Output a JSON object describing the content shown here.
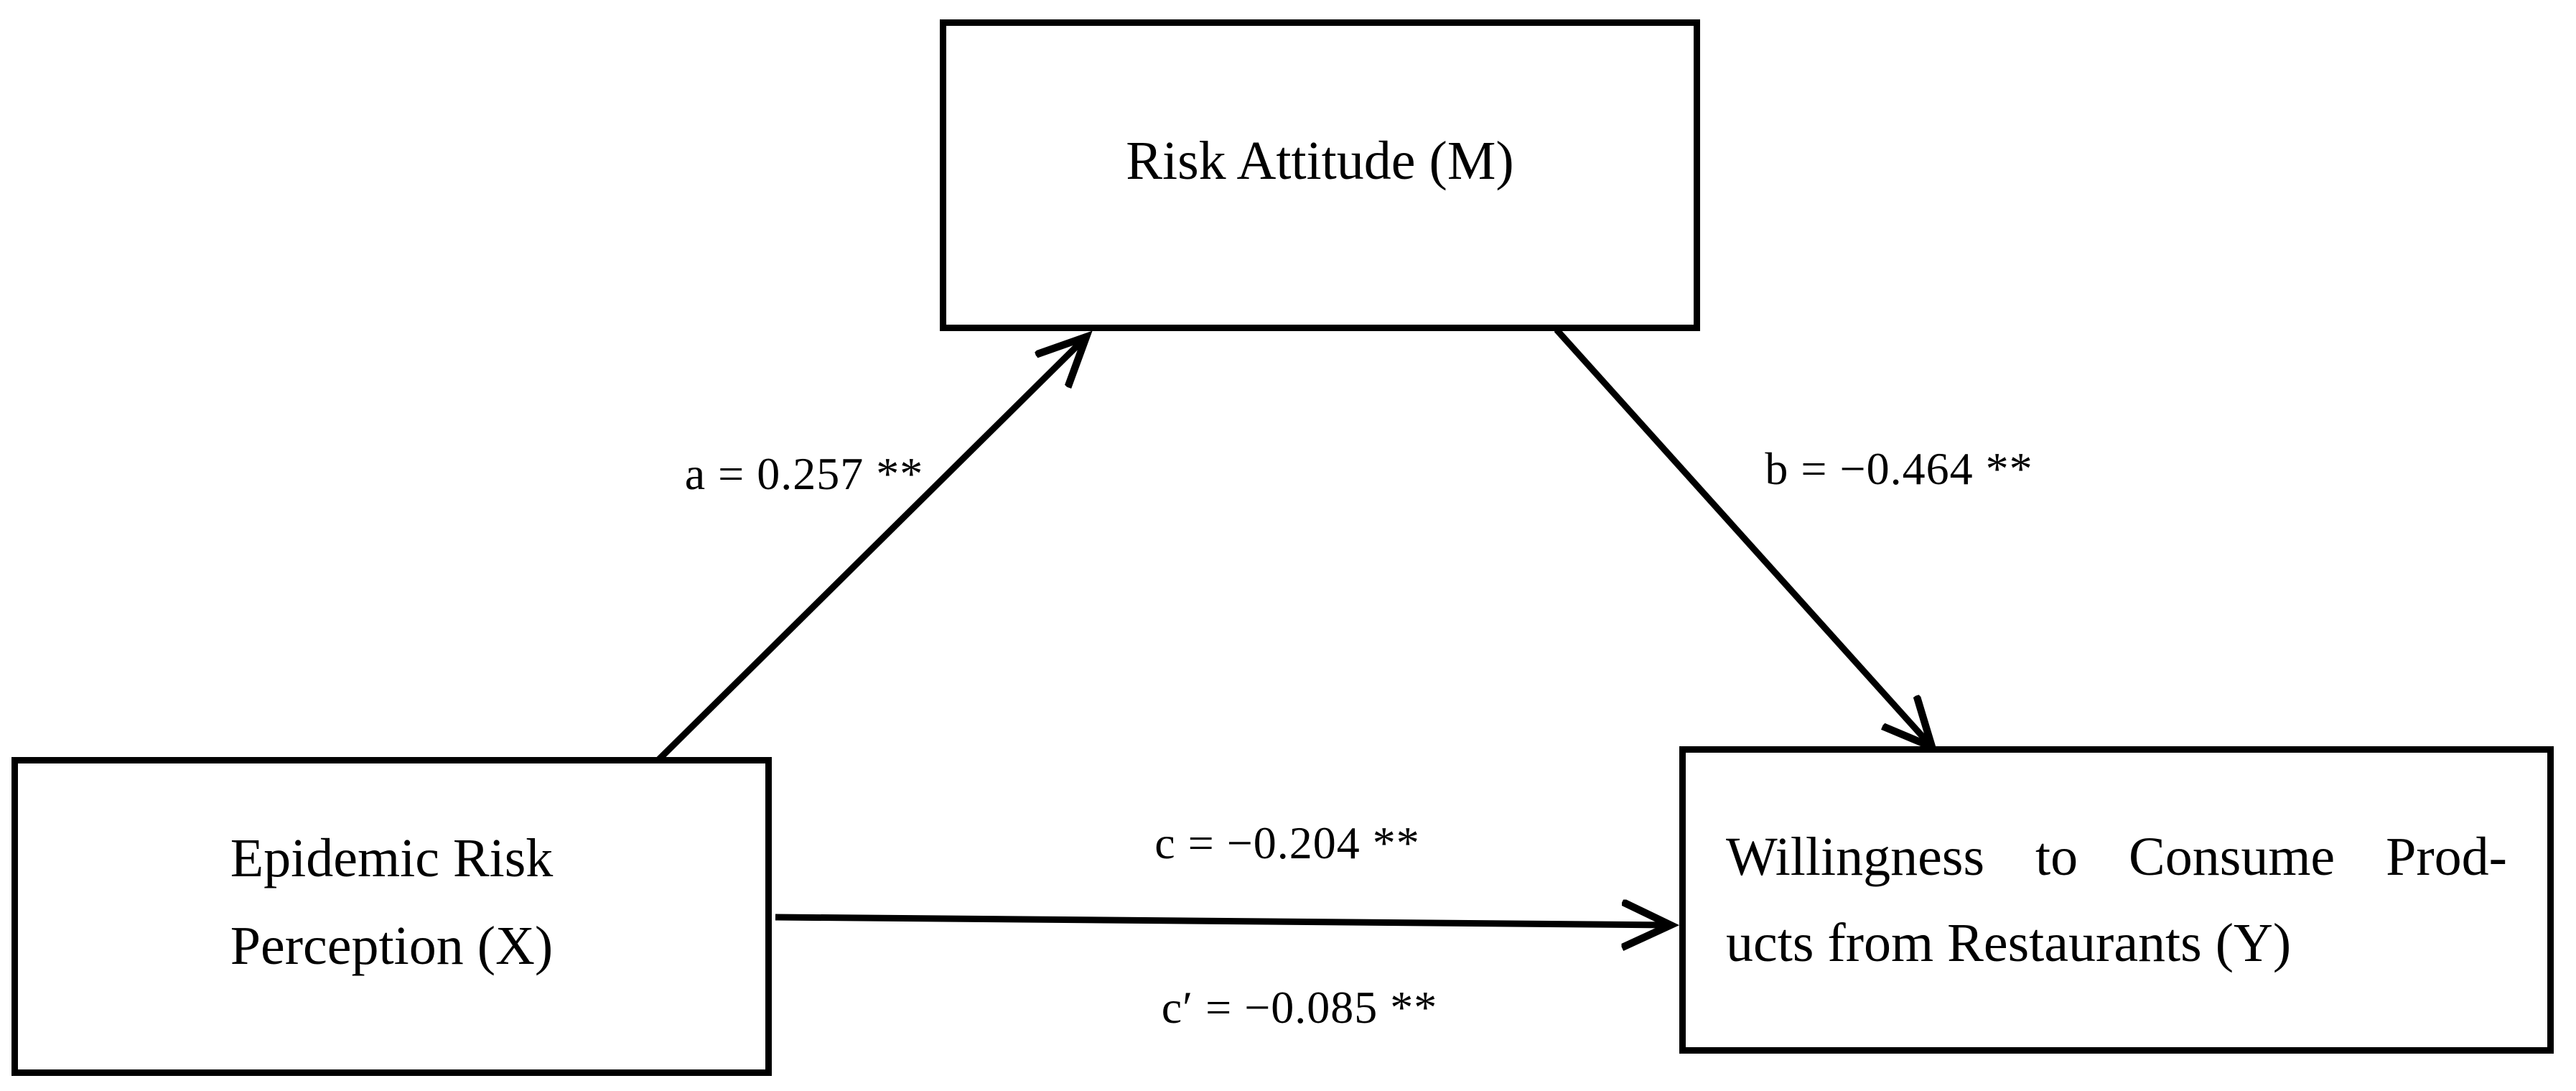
{
  "diagram": {
    "boxes": {
      "mediator": {
        "label": "Risk Attitude (M)"
      },
      "predictor": {
        "line1": "Epidemic Risk",
        "line2": "Perception (X)"
      },
      "outcome": {
        "line1": "Willingness to Consume Prod-",
        "line2": "ucts from Restaurants (Y)"
      }
    },
    "path_labels": {
      "a": "a = 0.257 **",
      "b": "b = −0.464 **",
      "c": "c = −0.204 **",
      "c_prime": "c′ = −0.085 **"
    },
    "colors": {
      "ink": "#000000",
      "background": "#ffffff"
    }
  }
}
